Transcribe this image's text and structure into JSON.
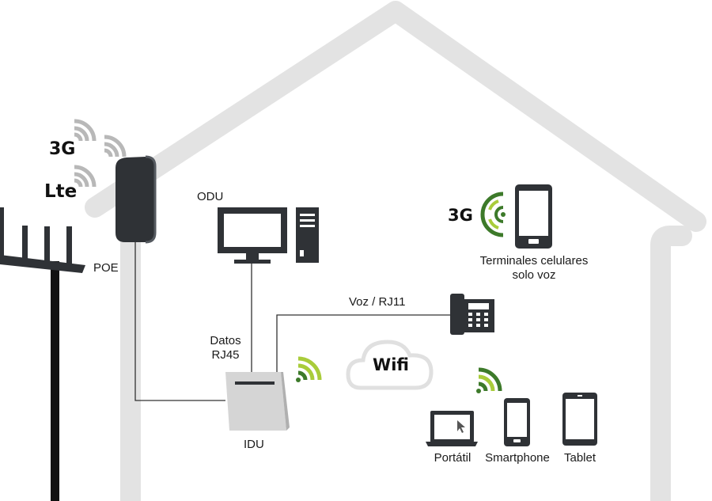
{
  "signals": {
    "tech_3g": "3G",
    "tech_lte": "Lte",
    "phone_3g": "3G"
  },
  "labels": {
    "poe": "POE",
    "odu": "ODU",
    "datos": "Datos",
    "rj45": "RJ45",
    "voz": "Voz / RJ11",
    "idu": "IDU",
    "wifi": "Wifi",
    "terminales_l1": "Terminales celulares",
    "terminales_l2": "solo voz",
    "portatil": "Portátil",
    "smartphone": "Smartphone",
    "tablet": "Tablet"
  },
  "colors": {
    "house": "#e3e3e3",
    "device_dark": "#2f3236",
    "wifi_green_dark": "#3d7a2a",
    "wifi_green_light": "#a9cc3a",
    "signal_gray": "#b8b8b8",
    "cable": "#333333"
  }
}
